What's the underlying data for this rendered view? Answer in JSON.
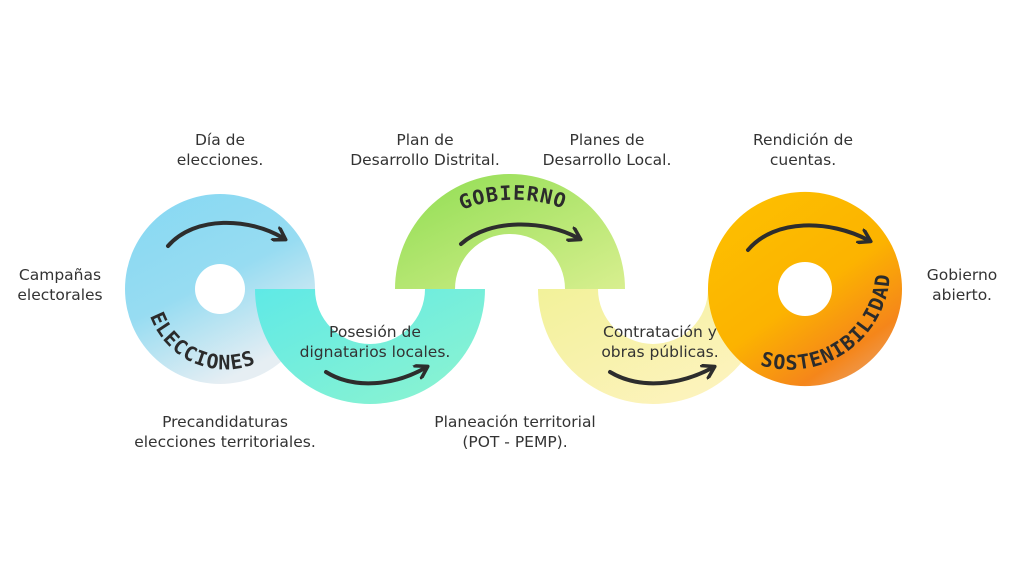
{
  "stages": {
    "elecciones": "ELECCIONES",
    "gobierno": "GOBIERNO",
    "sostenibilidad": "SOSTENIBILIDAD"
  },
  "labels": {
    "dia_elecciones": "Día de\nelecciones.",
    "plan_distrital": "Plan de\nDesarrollo Distrital.",
    "planes_local": "Planes de\nDesarrollo Local.",
    "rendicion": "Rendición de\ncuentas.",
    "campanas": "Campañas\nelectorales",
    "gobierno_abierto": "Gobierno\nabierto.",
    "posesion": "Posesión de\ndignatarios locales.",
    "contratacion": "Contratación y\nobras públicas.",
    "precandidaturas": "Precandidaturas\nelecciones territoriales.",
    "planeacion": "Planeación territorial\n(POT - PEMP)."
  },
  "colors": {
    "elecciones": "#8ddaf1",
    "posesion": "#6ff0d8",
    "gobierno": "#a8e063",
    "contratacion": "#fdf0b0",
    "sostenibilidad": "#fdc400",
    "sostenibilidad_dark": "#f47b10",
    "arrow": "#2d2d2d"
  }
}
